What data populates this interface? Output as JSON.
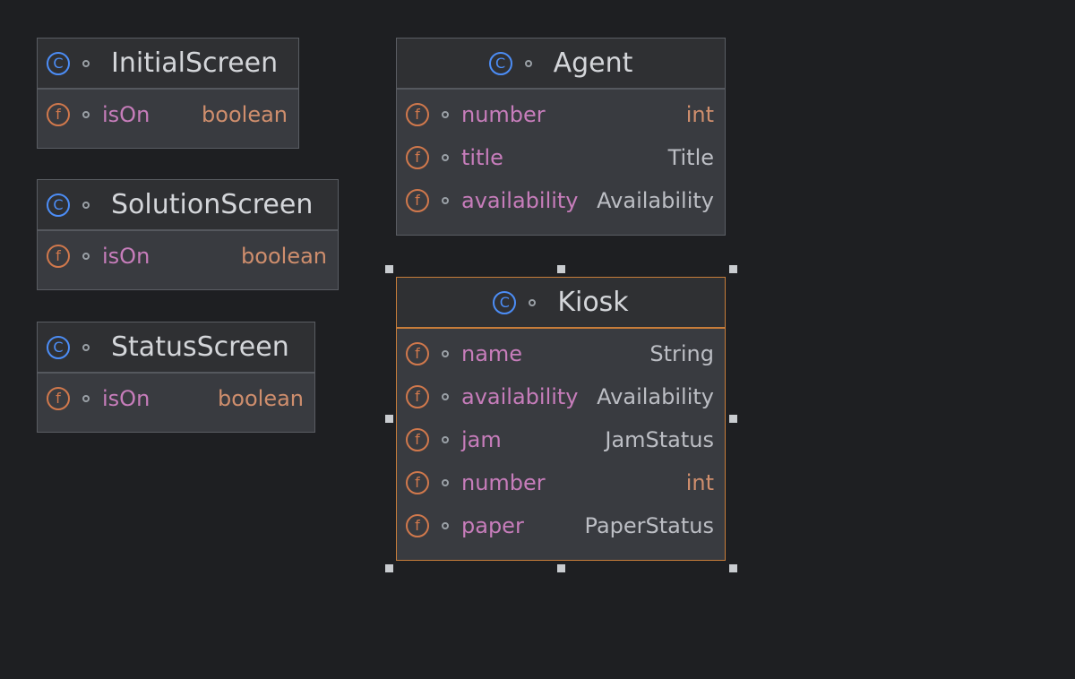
{
  "colors": {
    "background": "#1e1f22",
    "node_fill": "#393b40",
    "node_header": "#2f3033",
    "node_border": "#5a5d63",
    "selected_border": "#c77d3a",
    "class_icon": "#4c8df6",
    "field_icon": "#d0784c",
    "field_name": "#c77dbb",
    "primitive_type": "#cf8e6d",
    "class_type": "#bcbec4",
    "header_text": "#d4d6da"
  },
  "classes": [
    {
      "id": "initial-screen",
      "name": "InitialScreen",
      "class_icon": "C",
      "selected": false,
      "fields": [
        {
          "icon": "f",
          "name": "isOn",
          "type": "boolean",
          "type_kind": "primitive"
        }
      ]
    },
    {
      "id": "solution-screen",
      "name": "SolutionScreen",
      "class_icon": "C",
      "selected": false,
      "fields": [
        {
          "icon": "f",
          "name": "isOn",
          "type": "boolean",
          "type_kind": "primitive"
        }
      ]
    },
    {
      "id": "status-screen",
      "name": "StatusScreen",
      "class_icon": "C",
      "selected": false,
      "fields": [
        {
          "icon": "f",
          "name": "isOn",
          "type": "boolean",
          "type_kind": "primitive"
        }
      ]
    },
    {
      "id": "agent",
      "name": "Agent",
      "class_icon": "C",
      "selected": false,
      "fields": [
        {
          "icon": "f",
          "name": "number",
          "type": "int",
          "type_kind": "primitive"
        },
        {
          "icon": "f",
          "name": "title",
          "type": "Title",
          "type_kind": "class"
        },
        {
          "icon": "f",
          "name": "availability",
          "type": "Availability",
          "type_kind": "class"
        }
      ]
    },
    {
      "id": "kiosk",
      "name": "Kiosk",
      "class_icon": "C",
      "selected": true,
      "fields": [
        {
          "icon": "f",
          "name": "name",
          "type": "String",
          "type_kind": "class"
        },
        {
          "icon": "f",
          "name": "availability",
          "type": "Availability",
          "type_kind": "class"
        },
        {
          "icon": "f",
          "name": "jam",
          "type": "JamStatus",
          "type_kind": "class"
        },
        {
          "icon": "f",
          "name": "number",
          "type": "int",
          "type_kind": "primitive"
        },
        {
          "icon": "f",
          "name": "paper",
          "type": "PaperStatus",
          "type_kind": "class"
        }
      ]
    }
  ]
}
